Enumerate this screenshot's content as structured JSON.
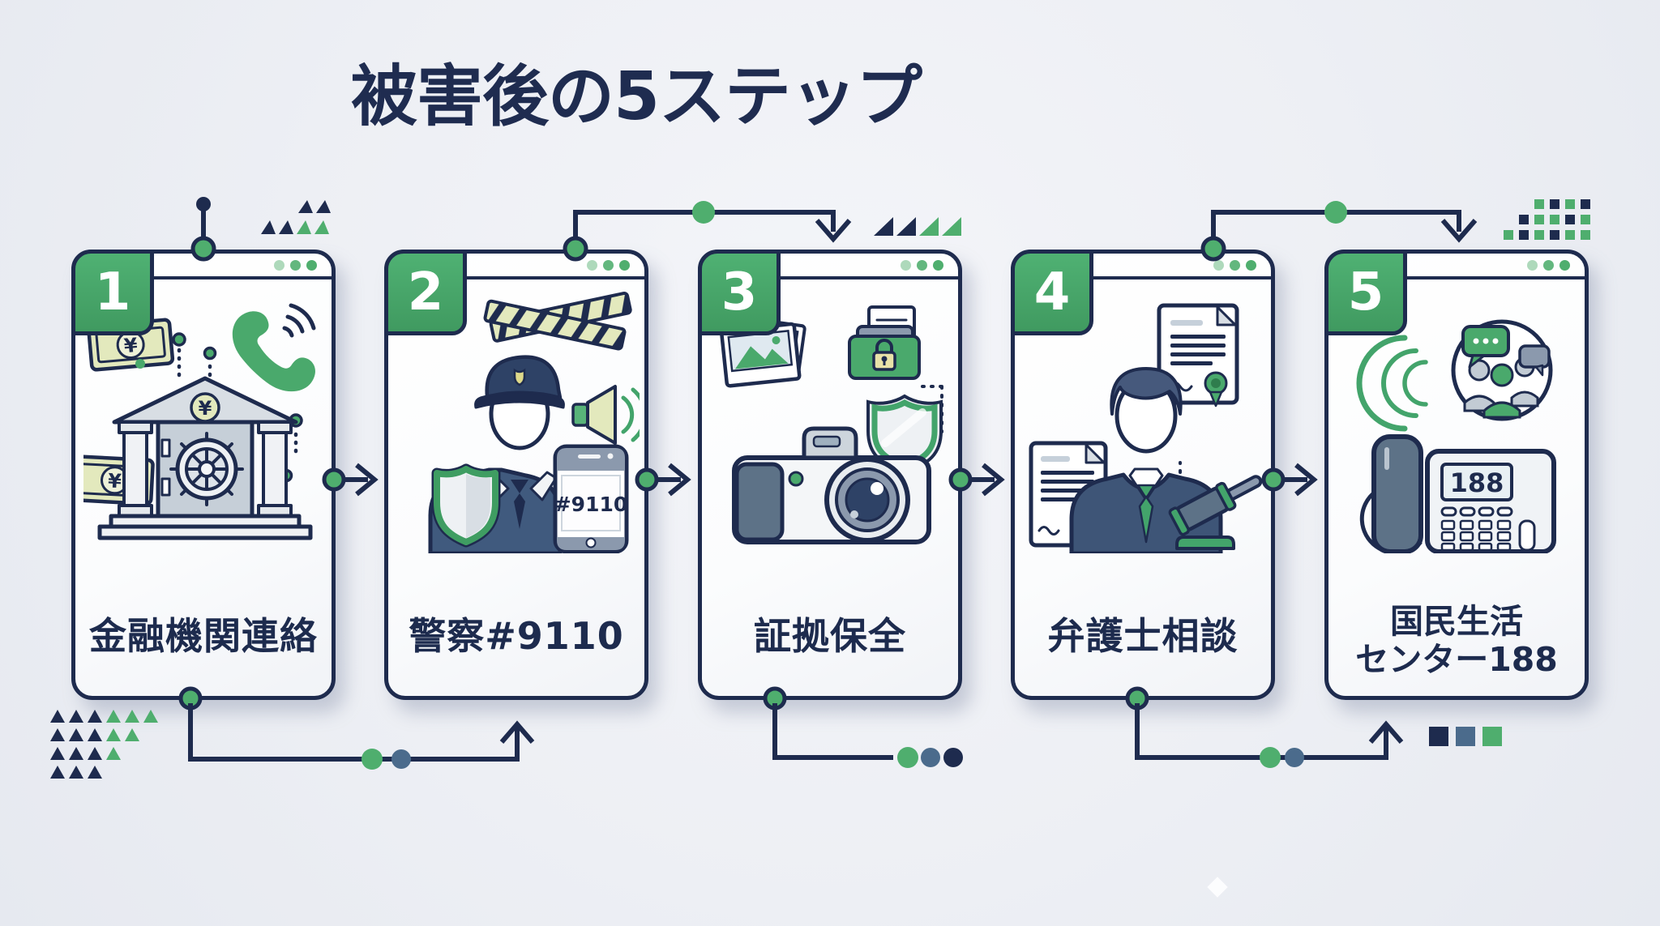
{
  "title": "被害後の5ステップ",
  "colors": {
    "accent_green": "#4FAE6E",
    "navy": "#1E2B4E",
    "slate_blue": "#4B6B8C",
    "pale_lime": "#DFE6B2"
  },
  "steps": [
    {
      "number": "1",
      "label": "金融機関連絡",
      "icon": "bank-contact",
      "currency_symbol": "¥"
    },
    {
      "number": "2",
      "label": "警察#9110",
      "icon": "police-officer",
      "phone_display": "#9110"
    },
    {
      "number": "3",
      "label": "証拠保全",
      "icon": "camera-evidence"
    },
    {
      "number": "4",
      "label": "弁護士相談",
      "icon": "lawyer-consult"
    },
    {
      "number": "5",
      "label": "国民生活センター188",
      "label_line1": "国民生活",
      "label_line2": "センター188",
      "icon": "consumer-hotline",
      "phone_display": "188"
    }
  ]
}
